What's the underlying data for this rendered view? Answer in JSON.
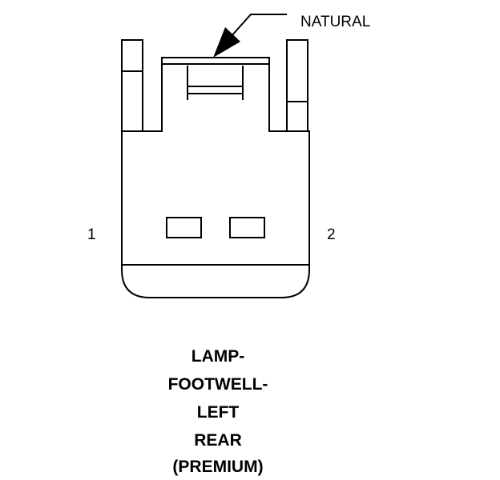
{
  "callout": {
    "label": "NATURAL"
  },
  "pins": {
    "left": "1",
    "right": "2"
  },
  "title": {
    "lines": [
      "LAMP-",
      "FOOTWELL-",
      "LEFT",
      "REAR"
    ],
    "variant": "(PREMIUM)"
  },
  "colors": {
    "stroke": "#000000",
    "background": "#ffffff"
  }
}
